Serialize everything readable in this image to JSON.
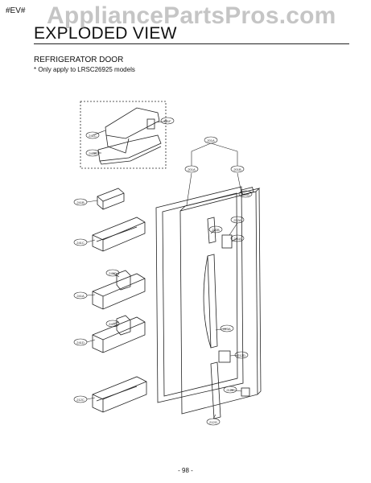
{
  "header": {
    "tag": "#EV#",
    "title": "EXPLODED VIEW",
    "watermark": "AppliancePartsPros.com",
    "section": "REFRIGERATOR DOOR",
    "note": "* Only apply to LRSC26925 models"
  },
  "footer": {
    "page": "- 98 -"
  },
  "diagram": {
    "part_labels": {
      "p1": "241F",
      "p2": "241C",
      "p3": "241B",
      "p4": "201A",
      "p5": "201A",
      "p6": "201B",
      "p7": "241B",
      "p8": "241C",
      "p9": "241A",
      "p10": "241D",
      "p11": "212C",
      "p12": "230A",
      "p13": "212A",
      "p14": "212B",
      "p15": "241A",
      "p16": "241D",
      "p17": "241C",
      "p18": "213A",
      "p19": "212D",
      "p20": "212E",
      "p21": "212G"
    }
  }
}
